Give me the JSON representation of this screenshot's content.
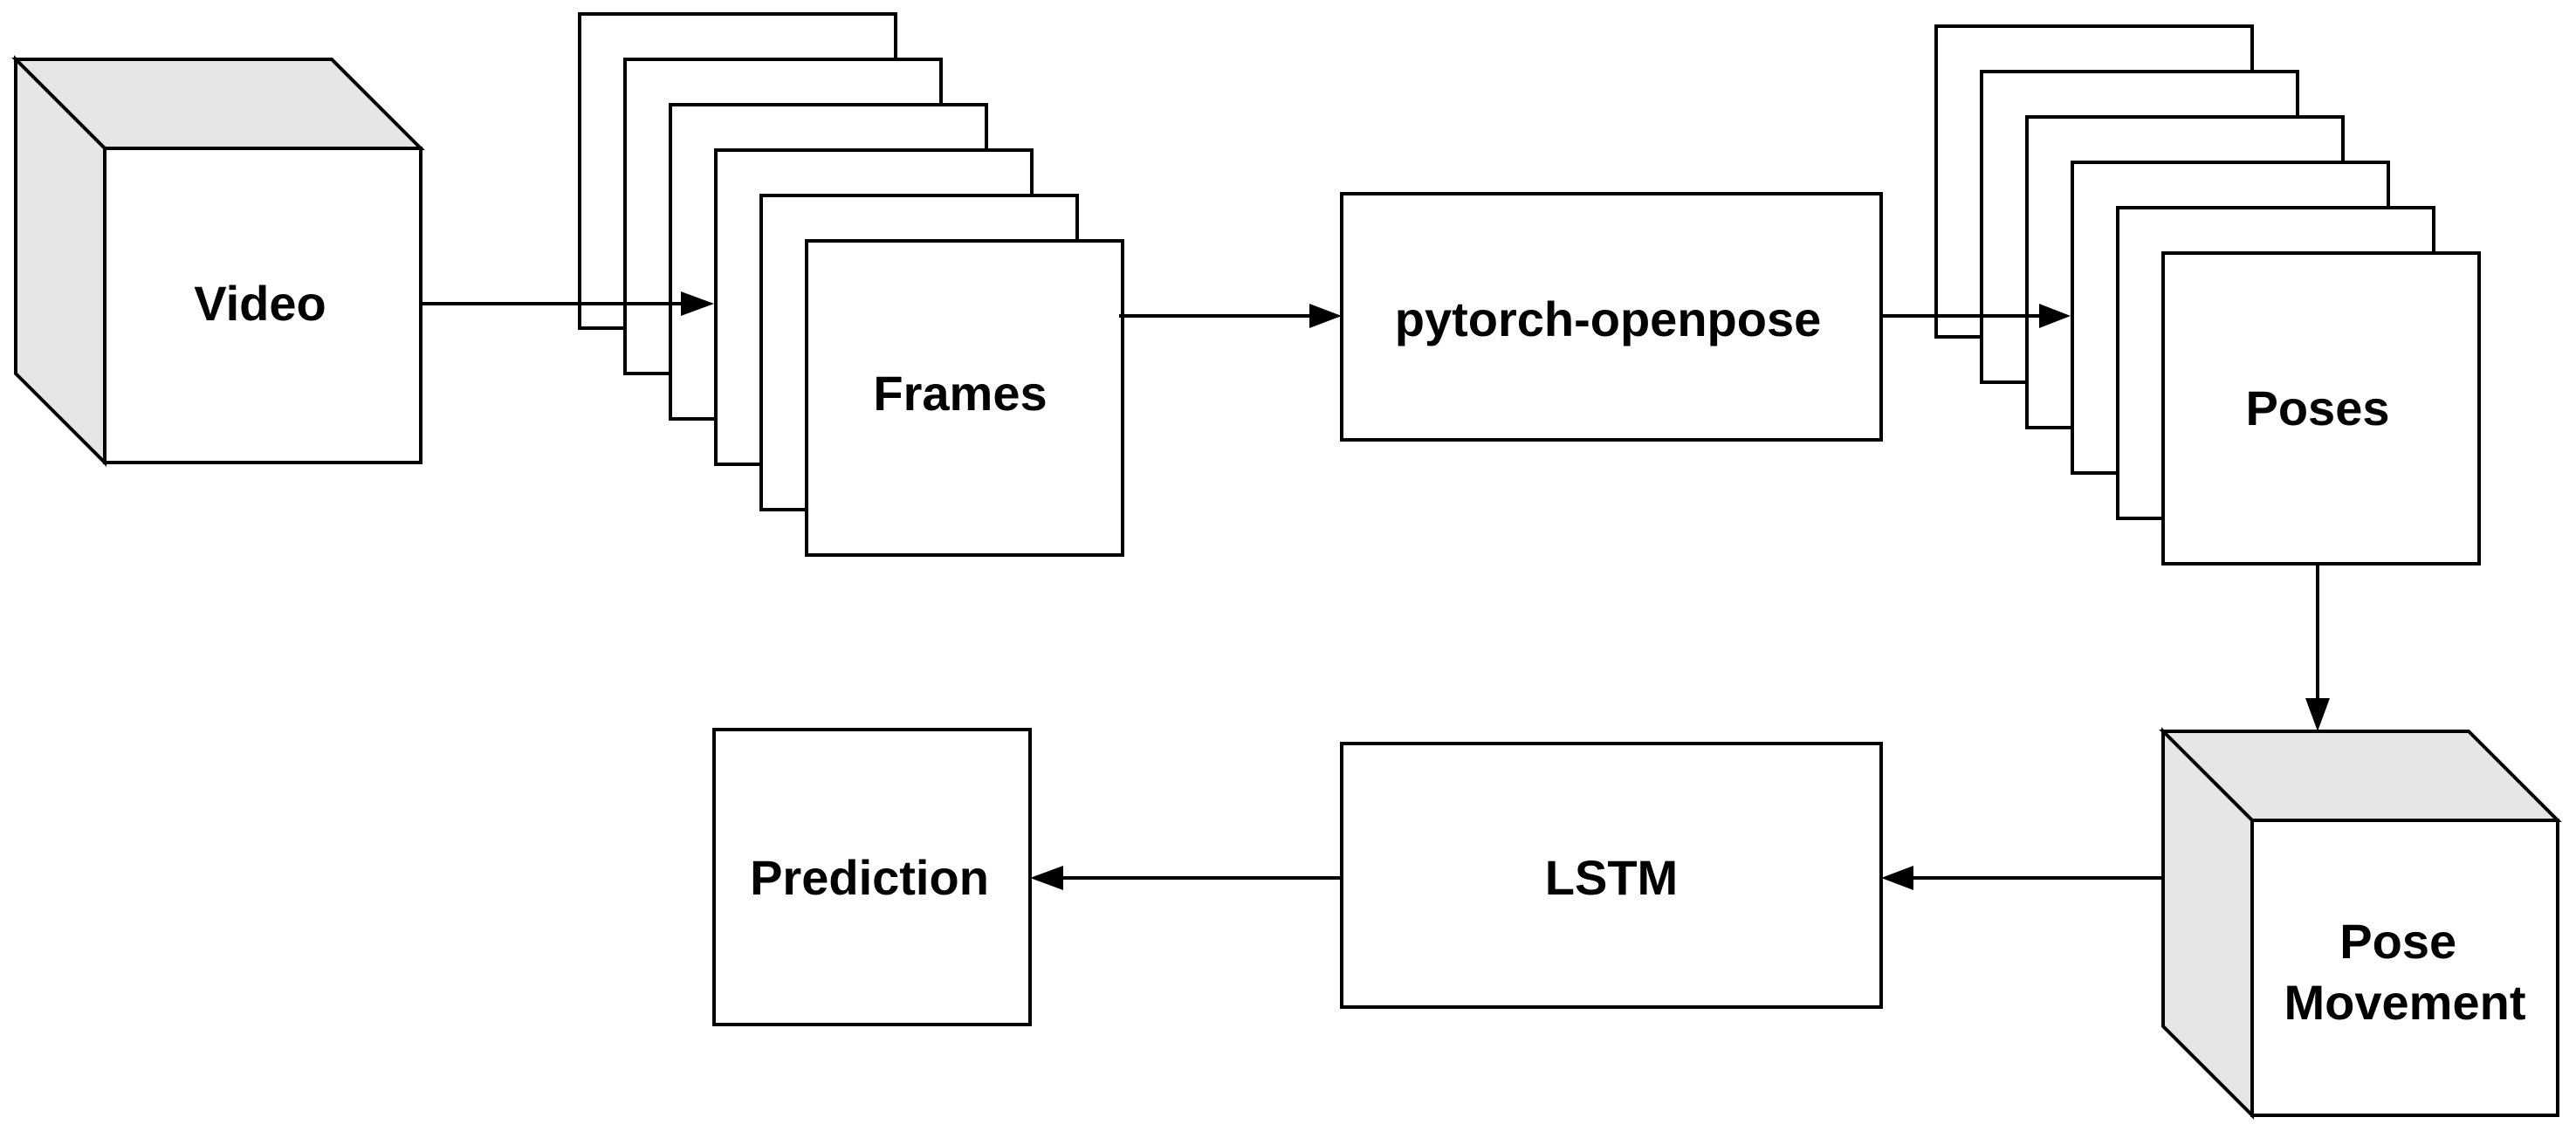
{
  "colors": {
    "stroke": "#000000",
    "box_fill": "#ffffff",
    "cube_side_fill": "#e6e6e6",
    "background": "#ffffff"
  },
  "nodes": {
    "video": "Video",
    "frames": "Frames",
    "openpose": "pytorch-openpose",
    "poses": "Poses",
    "pose_movement_line1": "Pose",
    "pose_movement_line2": "Movement",
    "lstm": "LSTM",
    "prediction": "Prediction"
  },
  "stacks": {
    "frames_count": 6,
    "poses_count": 6
  }
}
